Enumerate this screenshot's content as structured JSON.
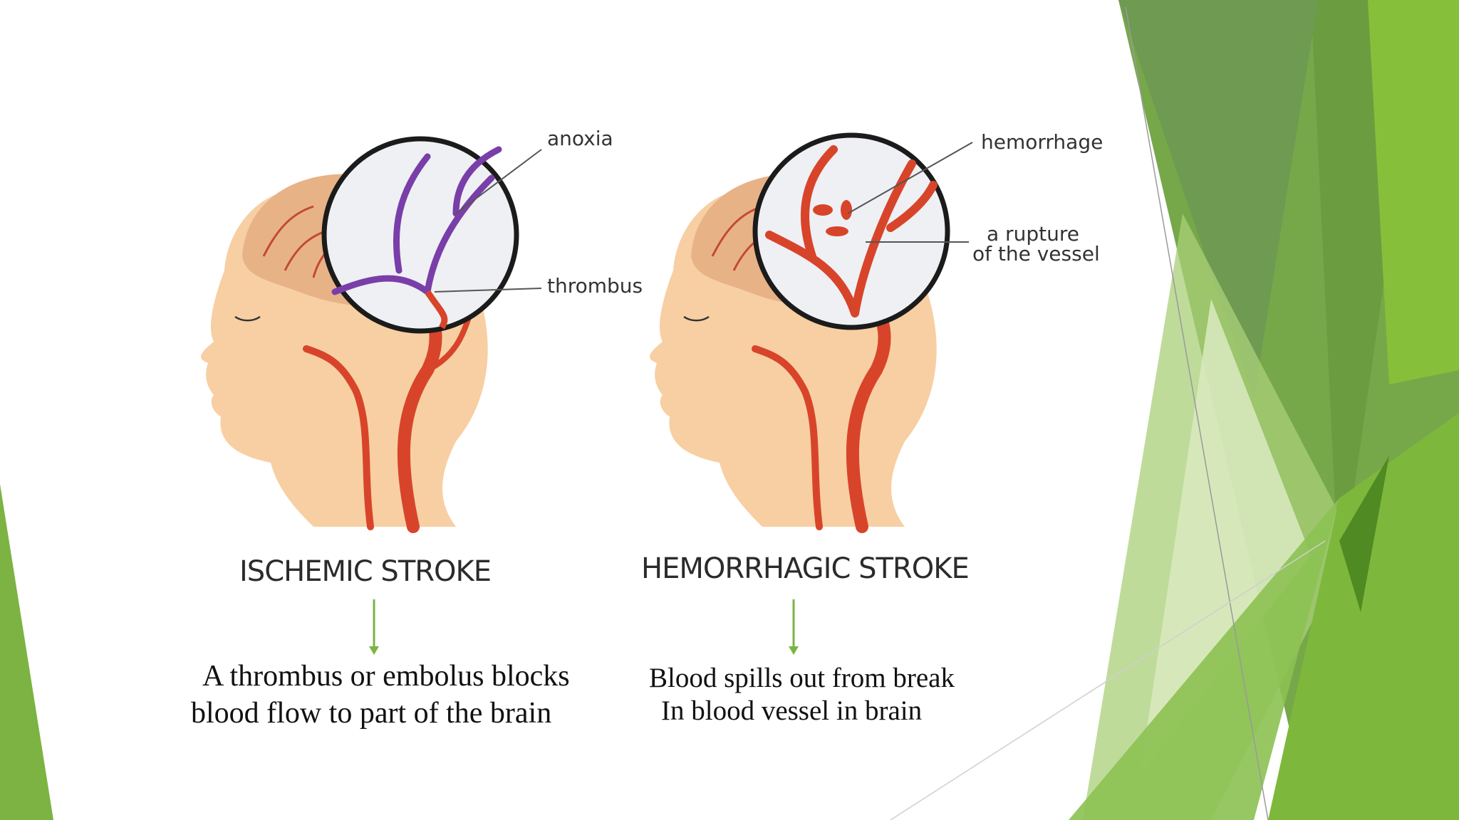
{
  "colors": {
    "accent_green": "#7cb342",
    "dark_green": "#5e8a3a",
    "light_green": "#c8df9f",
    "skin": "#f7cfa3",
    "artery_red": "#d8442a",
    "thrombus_purple": "#7a3ea8"
  },
  "ischemic": {
    "title": "ISCHEMIC STROKE",
    "label_anoxia": "anoxia",
    "label_thrombus": "thrombus",
    "caption_line1": "A thrombus or embolus blocks",
    "caption_line2": "blood flow to part of the brain"
  },
  "hemorrhagic": {
    "title": "HEMORRHAGIC STROKE",
    "label_hemorrhage": "hemorrhage",
    "label_rupture_line1": "a rupture",
    "label_rupture_line2": "of the vessel",
    "caption_line1": "Blood spills out from break",
    "caption_line2": "In blood vessel in brain"
  },
  "icons": [
    "down-arrow-icon"
  ]
}
